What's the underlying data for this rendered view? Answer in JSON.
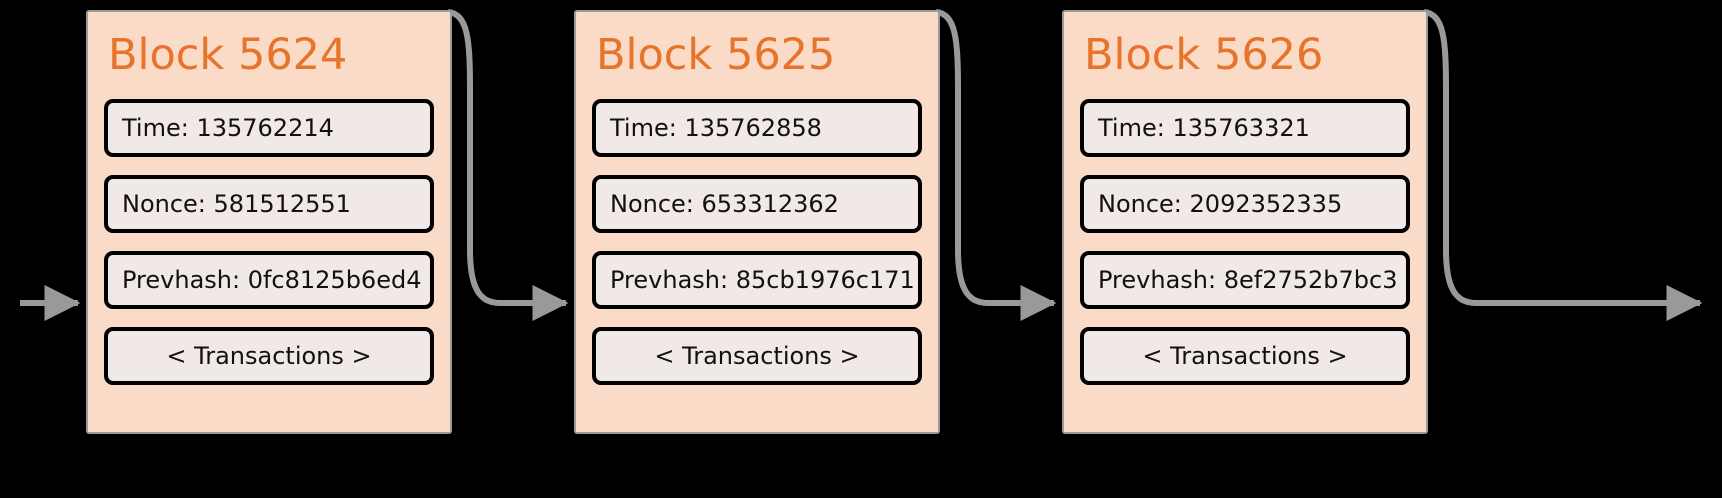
{
  "diagram": {
    "title": "blockchain-block-sequence",
    "background_color": "#000000",
    "block_header_color": "#f9dbc7",
    "block_title_color": "#e8732a",
    "field_background_color": "#f1e9e7",
    "field_border_color": "#000000",
    "connector_color": "#999999",
    "card_border_color": "#9a9a9a"
  },
  "blocks": [
    {
      "title": "Block 5624",
      "fields": [
        {
          "label": "Time: 135762214",
          "name": "time-field",
          "align": "left"
        },
        {
          "label": "Nonce: 581512551",
          "name": "nonce-field",
          "align": "left"
        },
        {
          "label": "Prevhash: 0fc8125b6ed4",
          "name": "prevhash-field",
          "align": "left"
        },
        {
          "label": "< Transactions >",
          "name": "transactions-field",
          "align": "center"
        }
      ]
    },
    {
      "title": "Block 5625",
      "fields": [
        {
          "label": "Time: 135762858",
          "name": "time-field",
          "align": "left"
        },
        {
          "label": "Nonce: 653312362",
          "name": "nonce-field",
          "align": "left"
        },
        {
          "label": "Prevhash: 85cb1976c171",
          "name": "prevhash-field",
          "align": "left"
        },
        {
          "label": "< Transactions >",
          "name": "transactions-field",
          "align": "center"
        }
      ]
    },
    {
      "title": "Block 5626",
      "fields": [
        {
          "label": "Time: 135763321",
          "name": "time-field",
          "align": "left"
        },
        {
          "label": "Nonce: 2092352335",
          "name": "nonce-field",
          "align": "left"
        },
        {
          "label": "Prevhash: 8ef2752b7bc3",
          "name": "prevhash-field",
          "align": "left"
        },
        {
          "label": "< Transactions >",
          "name": "transactions-field",
          "align": "center"
        }
      ]
    }
  ],
  "connectors": [
    {
      "name": "arrow-into-block-5624",
      "kind": "straight"
    },
    {
      "name": "arrow-block-5624-to-block-5625",
      "kind": "curved"
    },
    {
      "name": "arrow-block-5625-to-block-5626",
      "kind": "curved"
    },
    {
      "name": "arrow-out-of-block-5626",
      "kind": "curved"
    }
  ]
}
